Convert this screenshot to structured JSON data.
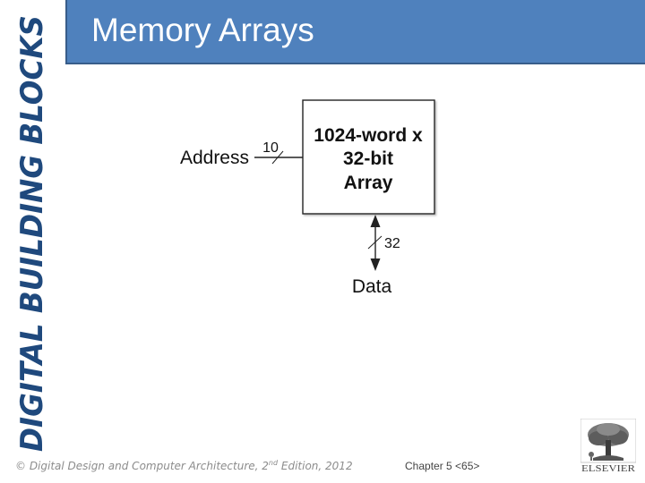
{
  "side_title": "DIGITAL BUILDING BLOCKS",
  "slide": {
    "title": "Memory Arrays"
  },
  "diagram": {
    "array_block": {
      "line1": "1024-word x",
      "line2": "32-bit",
      "line3": "Array"
    },
    "address": {
      "label": "Address",
      "width": "10"
    },
    "data": {
      "label": "Data",
      "width": "32"
    }
  },
  "footer": {
    "copyright_prefix": "© Digital Design and Computer Architecture, 2",
    "copyright_sup": "nd",
    "copyright_suffix": " Edition, 2012",
    "chapter": "Chapter 5 <65>"
  },
  "publisher": {
    "name": "ELSEVIER",
    "icon": "tree-logo-icon"
  },
  "colors": {
    "title_bar": "#4f81bd",
    "side_title": "#1f497d",
    "diagram_stroke": "#222222"
  }
}
